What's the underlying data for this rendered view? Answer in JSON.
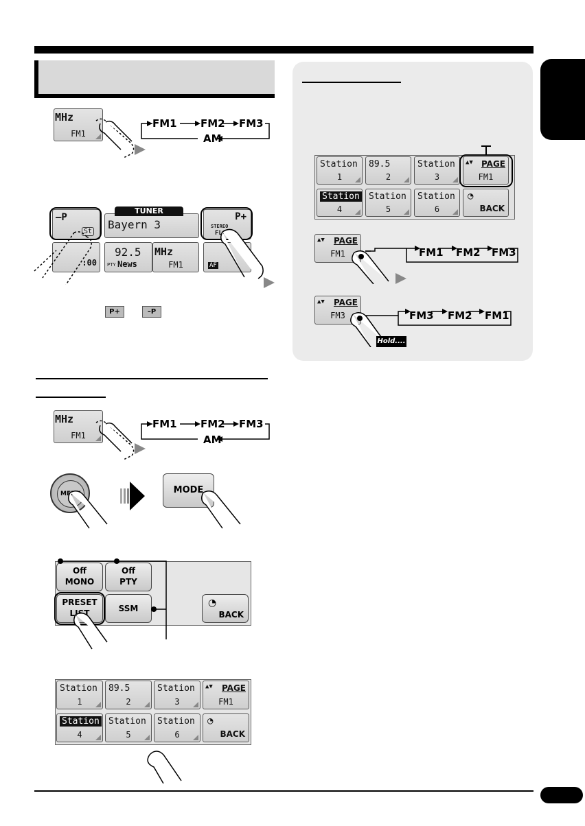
{
  "colors": {
    "panel": "#ebebeb",
    "header": "#d9d9d9",
    "ink": "#000000"
  },
  "icons": [
    "hand-pointer-icon",
    "arrow-right-icon",
    "timer-icon",
    "page-up-down-icon"
  ],
  "band_cycle": {
    "fm1": "FM1",
    "fm2": "FM2",
    "fm3": "FM3",
    "am": "AM"
  },
  "band_reverse": {
    "fm3": "FM3",
    "fm2": "FM2",
    "fm1": "FM1"
  },
  "tuner": {
    "title": "TUNER",
    "station_name": "Bayern 3",
    "frequency": "92.5",
    "unit": "MHz",
    "band": "FM1",
    "pty_tag": "PTY",
    "pty": "News",
    "clock": ":00",
    "minus_p": "–P",
    "plus_p": "P+",
    "st": "St",
    "stereo": "STEREO",
    "flat": "FLAT",
    "af": "AF"
  },
  "inline_labels": {
    "p_plus": "P+",
    "minus_p": "–P"
  },
  "mhz_button": {
    "top": "MHz",
    "bottom": "FM1"
  },
  "menu_button": "MENU",
  "mode_button": "MODE",
  "mode_menu": {
    "mono_value": "Off",
    "mono_label": "MONO",
    "pty_value": "Off",
    "pty_label": "PTY",
    "preset_line1": "PRESET",
    "preset_line2": "LIST",
    "ssm": "SSM",
    "back": "BACK"
  },
  "preset_list": {
    "keys": [
      {
        "top": "Station",
        "bottom": "1"
      },
      {
        "top": "89.5",
        "bottom": "2"
      },
      {
        "top": "Station",
        "bottom": "3"
      },
      {
        "top": "PAGE",
        "bottom": "FM1"
      },
      {
        "top": "Station",
        "bottom": "4"
      },
      {
        "top": "Station",
        "bottom": "5"
      },
      {
        "top": "Station",
        "bottom": "6"
      },
      {
        "top": "BACK",
        "bottom": ""
      }
    ]
  },
  "page_key": {
    "label": "PAGE",
    "fm1": "FM1",
    "fm3": "FM3"
  },
  "hold": "Hold...."
}
